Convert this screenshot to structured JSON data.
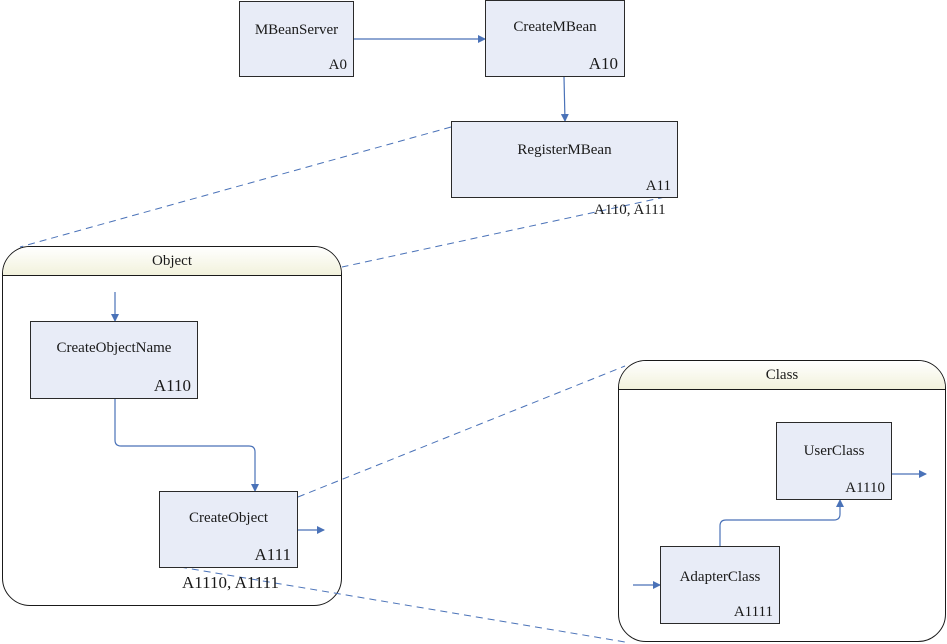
{
  "nodes": {
    "mbean_server": {
      "label": "MBeanServer",
      "code": "A0"
    },
    "create_mbean": {
      "label": "CreateMBean",
      "code": "A10"
    },
    "register_mbean": {
      "label": "RegisterMBean",
      "code": "A11",
      "children": "A110, A111"
    },
    "create_object_name": {
      "label": "CreateObjectName",
      "code": "A110"
    },
    "create_object": {
      "label": "CreateObject",
      "code": "A111",
      "children": "A1110, A1111"
    },
    "user_class": {
      "label": "UserClass",
      "code": "A1110"
    },
    "adapter_class": {
      "label": "AdapterClass",
      "code": "A1111"
    }
  },
  "frames": {
    "object": {
      "title": "Object"
    },
    "class": {
      "title": "Class"
    }
  },
  "colors": {
    "box_fill": "#e8ecf7",
    "arrow": "#4a72b8",
    "dashed_link": "#4a72b8"
  }
}
